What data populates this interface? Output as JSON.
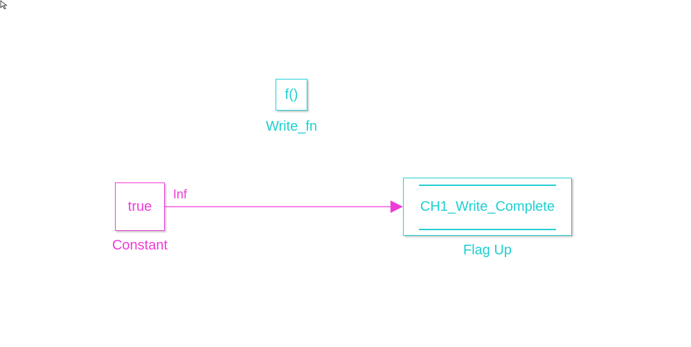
{
  "function_block": {
    "label": "f()",
    "caption": "Write_fn"
  },
  "constant_block": {
    "value": "true",
    "caption": "Constant"
  },
  "signal": {
    "label": "Inf"
  },
  "flag_block": {
    "label": "CH1_Write_Complete",
    "caption": "Flag Up"
  },
  "colors": {
    "cyan_block": "#1ecfd1",
    "magenta_block": "#f03ad8",
    "background": "#ffffff"
  }
}
